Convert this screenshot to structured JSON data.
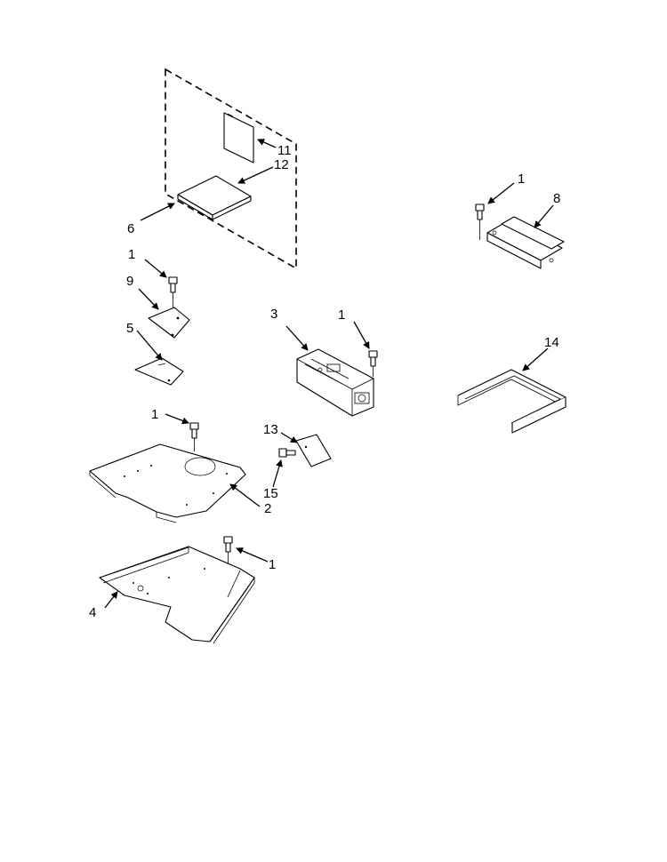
{
  "diagram": {
    "callouts": {
      "c11": "11",
      "c12": "12",
      "c6": "6",
      "c1_screw_a": "1",
      "c9": "9",
      "c5": "5",
      "c3": "3",
      "c1_screw_b": "1",
      "c1_screw_c": "1",
      "c8": "8",
      "c14": "14",
      "c13": "13",
      "c1_screw_d": "1",
      "c15": "15",
      "c2": "2",
      "c1_screw_e": "1",
      "c4": "4"
    }
  }
}
